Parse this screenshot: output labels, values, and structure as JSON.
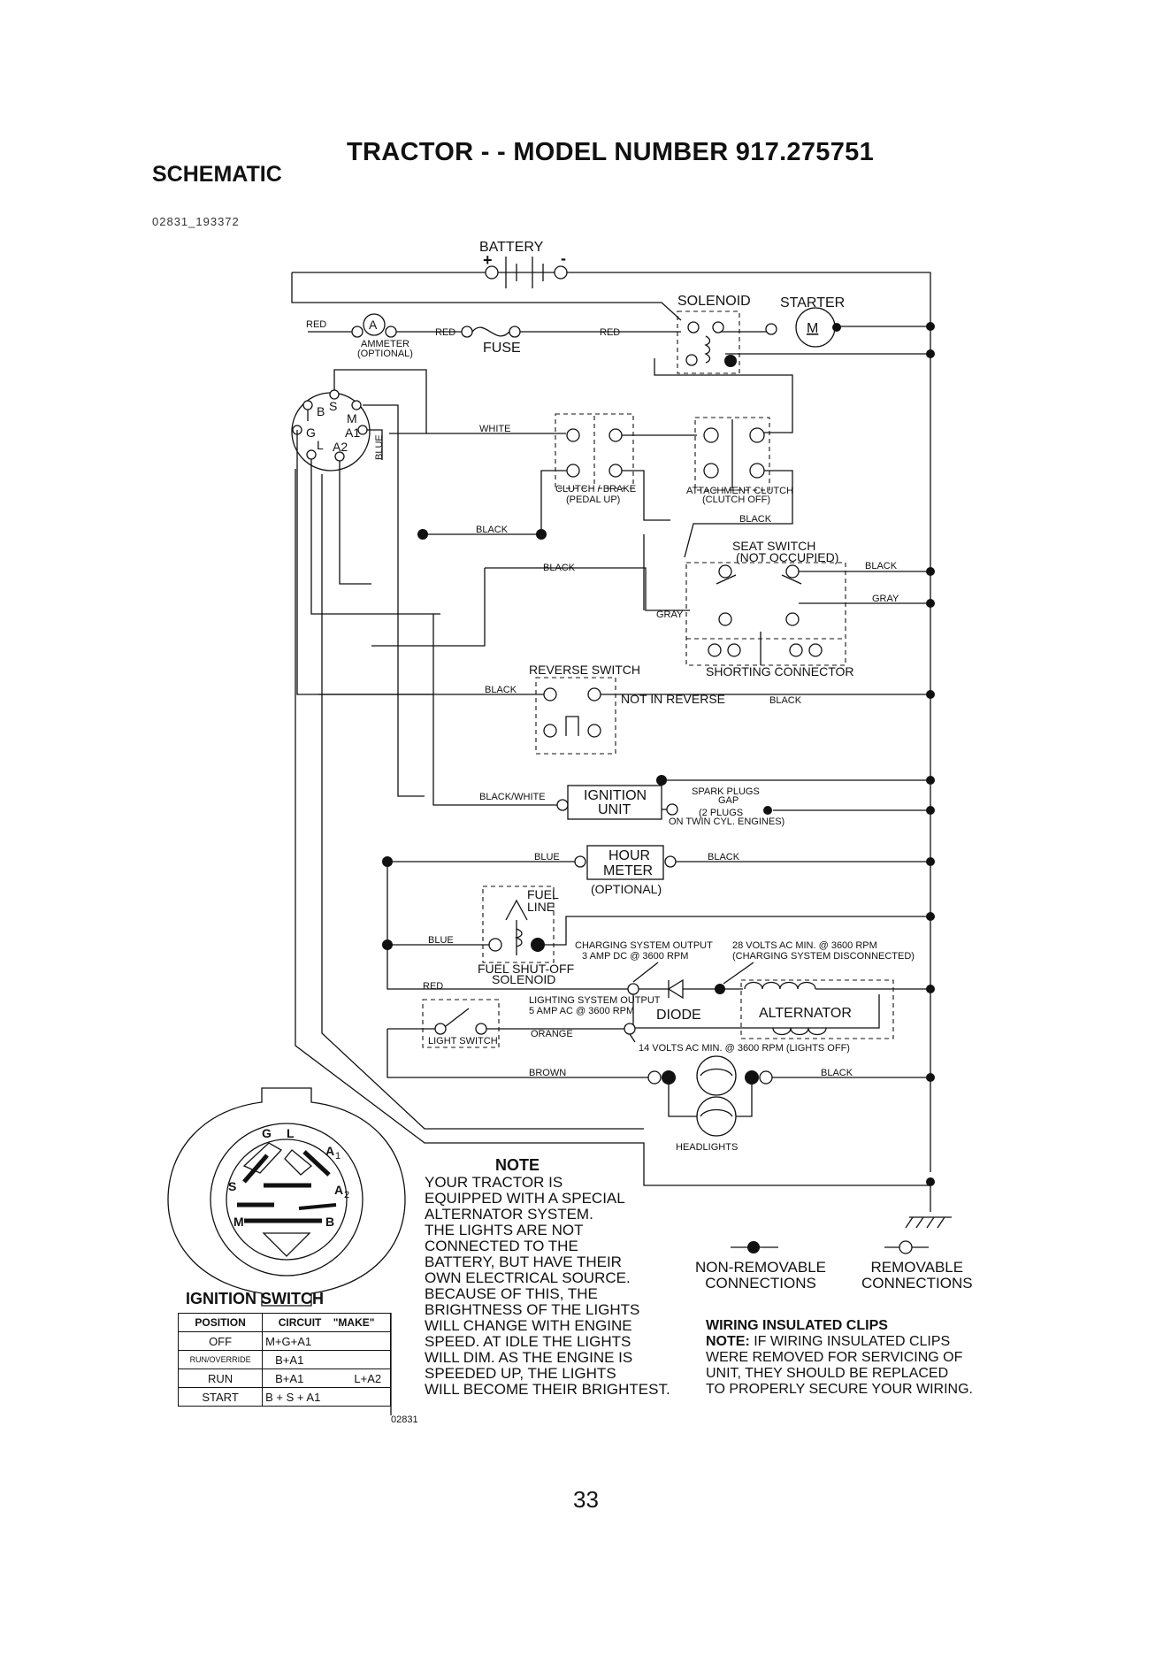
{
  "header": {
    "title": "TRACTOR - - MODEL NUMBER 917.275751",
    "section": "SCHEMATIC",
    "doc_id": "02831_193372"
  },
  "components": {
    "battery": "BATTERY",
    "battery_pos": "+",
    "battery_neg": "-",
    "solenoid": "SOLENOID",
    "starter": "STARTER",
    "starter_motor": "M",
    "ammeter_symbol": "A",
    "ammeter": "AMMETER",
    "ammeter_optional": "(OPTIONAL)",
    "fuse": "FUSE",
    "clutch_brake": "CLUTCH / BRAKE",
    "clutch_brake_state": "(PEDAL UP)",
    "attachment_clutch": "ATTACHMENT CLUTCH",
    "attachment_clutch_state": "(CLUTCH OFF)",
    "seat_switch": "SEAT SWITCH",
    "seat_switch_state": "(NOT OCCUPIED)",
    "shorting_connector": "SHORTING CONNECTOR",
    "reverse_switch": "REVERSE SWITCH",
    "reverse_state": "NOT IN REVERSE",
    "ignition_unit_1": "IGNITION",
    "ignition_unit_2": "UNIT",
    "spark_plugs": "SPARK PLUGS",
    "gap": "GAP",
    "plugs_note": "(2 PLUGS",
    "twin_note": "ON TWIN CYL. ENGINES)",
    "hour_meter_1": "HOUR",
    "hour_meter_2": "METER",
    "hour_meter_optional": "(OPTIONAL)",
    "fuel_line_1": "FUEL",
    "fuel_line_2": "LINE",
    "fuel_shutoff_1": "FUEL SHUT-OFF",
    "fuel_shutoff_2": "SOLENOID",
    "charging_output": "CHARGING SYSTEM OUTPUT",
    "charging_amp": "3 AMP DC @ 3600 RPM",
    "volts_28": "28 VOLTS AC MIN. @ 3600 RPM",
    "charging_disc": "(CHARGING SYSTEM DISCONNECTED)",
    "lighting_output": "LIGHTING SYSTEM OUTPUT",
    "lighting_amp": "5 AMP AC @ 3600 RPM",
    "diode": "DIODE",
    "alternator": "ALTERNATOR",
    "light_switch": "LIGHT SWITCH",
    "volts_14": "14 VOLTS AC MIN. @ 3600 RPM (LIGHTS OFF)",
    "headlights": "HEADLIGHTS",
    "ref_code": "02831"
  },
  "ign_switch_terminals": {
    "b": "B",
    "s": "S",
    "m": "M",
    "g": "G",
    "a1": "A1",
    "l": "L",
    "a2": "A2"
  },
  "ign_face_terminals": {
    "g": "G",
    "l": "L",
    "a1": "A",
    "a1_sub": "1",
    "s": "S",
    "a2": "A",
    "a2_sub": "2",
    "m": "M",
    "b": "B"
  },
  "wire_labels": {
    "red1": "RED",
    "red2": "RED",
    "red3": "RED",
    "white": "WHITE",
    "blue_vert": "BLUE",
    "black1": "BLACK",
    "black2": "BLACK",
    "black3": "BLACK",
    "black4": "BLACK",
    "black5": "BLACK",
    "black6": "BLACK",
    "black7": "BLACK",
    "black8": "BLACK",
    "gray1": "GRAY",
    "gray2": "GRAY",
    "black_white": "BLACK/WHITE",
    "blue1": "BLUE",
    "blue2": "BLUE",
    "red_fuel": "RED",
    "orange": "ORANGE",
    "brown": "BROWN"
  },
  "ignition_switch": {
    "title": "IGNITION SWITCH",
    "headers": [
      "POSITION",
      "CIRCUIT",
      "\"MAKE\""
    ],
    "rows": [
      {
        "position": "OFF",
        "circuit": "M+G+A1",
        "make": ""
      },
      {
        "position": "RUN/OVERRIDE",
        "circuit": "B+A1",
        "make": ""
      },
      {
        "position": "RUN",
        "circuit": "B+A1",
        "make": "L+A2"
      },
      {
        "position": "START",
        "circuit": "B + S + A1",
        "make": ""
      }
    ]
  },
  "note": {
    "heading": "NOTE",
    "lines": [
      "YOUR TRACTOR IS",
      "EQUIPPED WITH A SPECIAL",
      "ALTERNATOR SYSTEM.",
      "THE LIGHTS ARE NOT",
      "CONNECTED TO THE",
      "BATTERY, BUT HAVE THEIR",
      "OWN ELECTRICAL SOURCE.",
      "BECAUSE OF THIS, THE",
      "BRIGHTNESS OF THE LIGHTS",
      "WILL CHANGE WITH ENGINE",
      "SPEED.  AT IDLE THE LIGHTS",
      "WILL DIM.  AS THE ENGINE IS",
      "SPEEDED UP, THE LIGHTS",
      "WILL BECOME THEIR BRIGHTEST."
    ]
  },
  "legend": {
    "non_removable_1": "NON-REMOVABLE",
    "non_removable_2": "CONNECTIONS",
    "removable_1": "REMOVABLE",
    "removable_2": "CONNECTIONS"
  },
  "clips": {
    "heading": "WIRING INSULATED CLIPS",
    "note_label": "NOTE:",
    "lines": [
      " IF WIRING INSULATED CLIPS",
      "WERE REMOVED FOR SERVICING OF",
      " UNIT, THEY SHOULD BE REPLACED",
      "TO PROPERLY SECURE YOUR WIRING."
    ]
  },
  "page_number": "33"
}
